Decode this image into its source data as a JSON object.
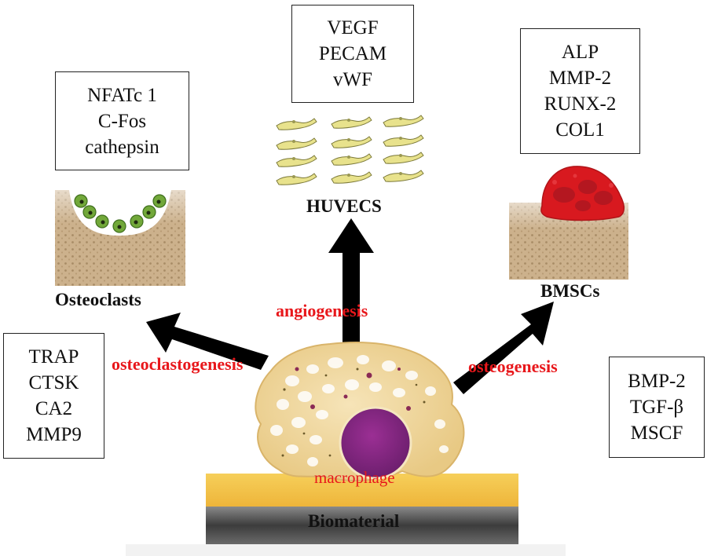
{
  "boxes": {
    "osteoclast_markers": [
      "NFATc 1",
      "C-Fos",
      "cathepsin"
    ],
    "huvec_markers": [
      "VEGF",
      "PECAM",
      "vWF"
    ],
    "bmsc_markers": [
      "ALP",
      "MMP-2",
      "RUNX-2",
      "COL1"
    ],
    "macrophage_left_factors": [
      "TRAP",
      "CTSK",
      "CA2",
      "MMP9"
    ],
    "macrophage_right_factors": [
      "BMP-2",
      "TGF-β",
      "MSCF"
    ]
  },
  "cells": {
    "osteoclasts": "Osteoclasts",
    "huvecs": "HUVECS",
    "bmscs": "BMSCs",
    "macrophage": "macrophage",
    "biomaterial": "Biomaterial"
  },
  "processes": {
    "left": "osteoclastogenesis",
    "up": "angiogenesis",
    "right": "osteogenesis"
  },
  "colors": {
    "process_text": "#e8171b",
    "arrow": "#000000",
    "bone": "#c9ad86",
    "biomaterial_top": "#f3c04a",
    "biomaterial_base": "#4a4a4a",
    "macrophage_body": "#efd8a4",
    "nucleus": "#8a2a85",
    "bmsc_cell": "#d8191f",
    "osteoclast_cell": "#6fa12f",
    "huvec_cell": "#e6e08a"
  }
}
